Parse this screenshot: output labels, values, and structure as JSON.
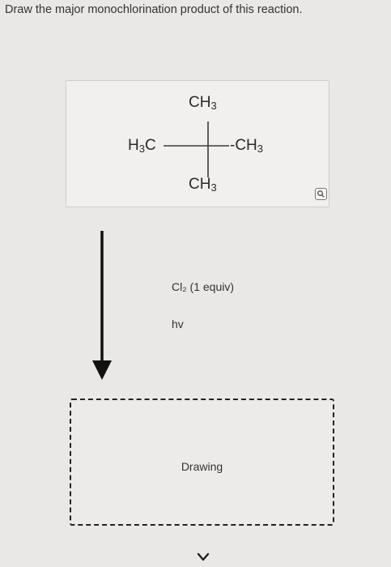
{
  "question": {
    "text": "Draw the major monochlorination product of this reaction."
  },
  "molecule": {
    "top_group": {
      "main": "CH",
      "sub": "3"
    },
    "left_group": {
      "main": "H",
      "sub": "3",
      "tail": "C"
    },
    "right_group": {
      "main": "CH",
      "sub": "3"
    },
    "bottom_group": {
      "main": "CH",
      "sub": "3"
    }
  },
  "reaction": {
    "reagent": "Cl₂ (1 equiv)",
    "condition": "hv"
  },
  "answer": {
    "drawing_label": "Drawing"
  },
  "icons": {
    "zoom": "magnifier-icon",
    "reaction_arrow": "down-arrow-icon",
    "expand": "chevron-down-icon"
  },
  "colors": {
    "background": "#e9e8e6",
    "text": "#2b2b2b",
    "border": "#cfcdca"
  }
}
